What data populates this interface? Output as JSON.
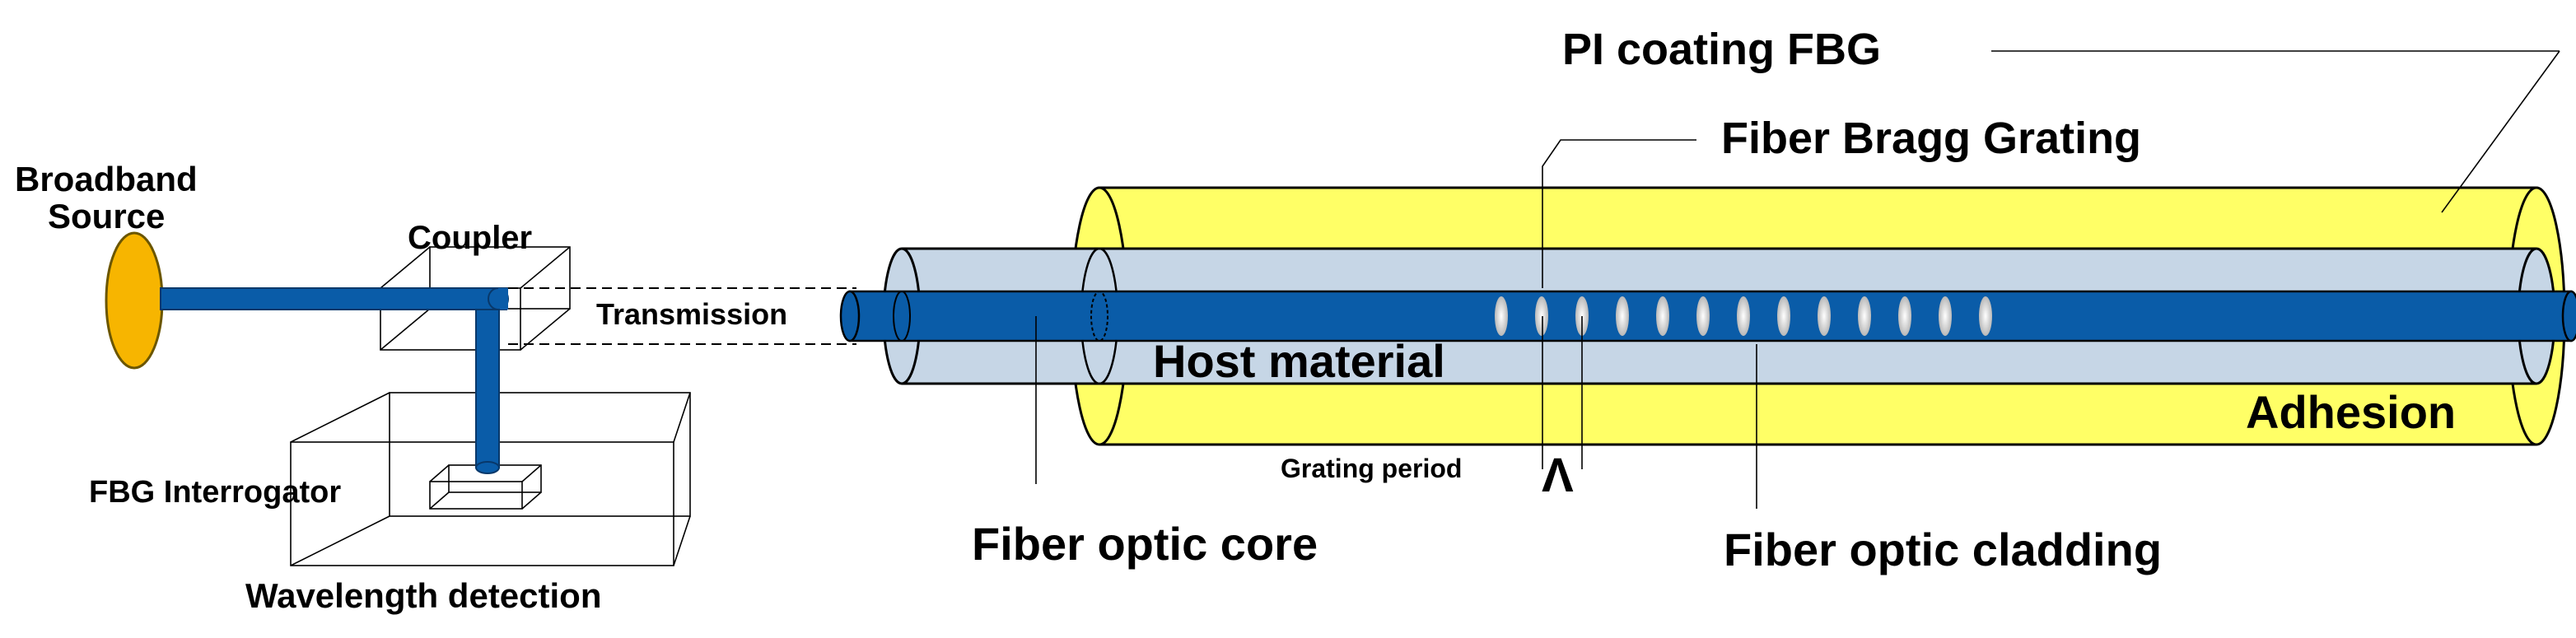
{
  "labels": {
    "broadband_line1": "Broadband",
    "broadband_line2": "Source",
    "coupler": "Coupler",
    "transmission": "Transmission",
    "interrogator": "FBG Interrogator",
    "wavelength_detection": "Wavelength detection",
    "pi_coating": "PI coating FBG",
    "bragg_grating": "Fiber Bragg Grating",
    "host_material": "Host material",
    "adhesion": "Adhesion",
    "grating_period": "Grating period",
    "lambda_symbol": "Λ",
    "core": "Fiber optic core",
    "cladding": "Fiber optic cladding"
  },
  "colors": {
    "core_blue": "#0a5ca8",
    "cladding_blue": "#c6d6e6",
    "coating_yellow": "#ffff66",
    "source_orange": "#f7b500",
    "grating_white": "#f0f0f0"
  },
  "grating_count": 13
}
